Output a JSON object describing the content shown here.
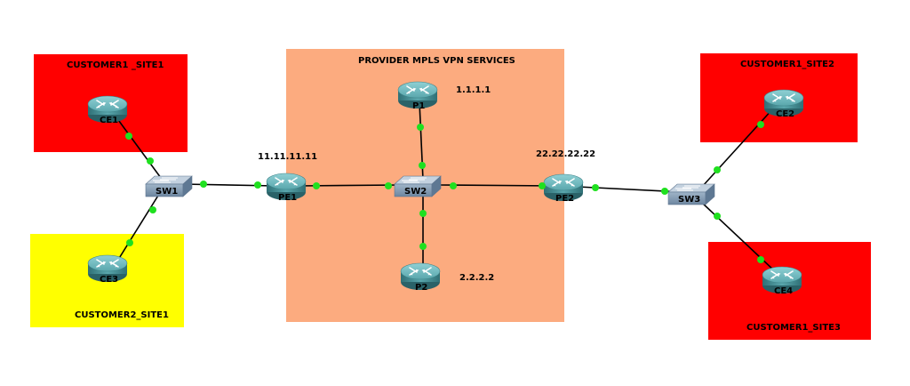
{
  "zones": {
    "customer1_site1": {
      "label": "CUSTOMER1 _SITE1",
      "color": "#ff0000"
    },
    "customer2_site1": {
      "label": "CUSTOMER2_SITE1",
      "color": "#ffff00"
    },
    "provider": {
      "label": "PROVIDER MPLS VPN SERVICES",
      "color": "#fcab7f"
    },
    "customer1_site2": {
      "label": "CUSTOMER1_SITE2",
      "color": "#ff0000"
    },
    "customer1_site3": {
      "label": "CUSTOMER1_SITE3",
      "color": "#ff0000"
    }
  },
  "devices": {
    "ce1": {
      "label": "CE1",
      "type": "router-icon"
    },
    "ce3": {
      "label": "CE3",
      "type": "router-icon"
    },
    "sw1": {
      "label": "SW1",
      "type": "switch-icon"
    },
    "pe1": {
      "label": "PE1",
      "type": "router-icon",
      "ip": "11.11.11.11"
    },
    "sw2": {
      "label": "SW2",
      "type": "switch-icon"
    },
    "p1": {
      "label": "P1",
      "type": "router-icon",
      "ip": "1.1.1.1"
    },
    "p2": {
      "label": "P2",
      "type": "router-icon",
      "ip": "2.2.2.2"
    },
    "pe2": {
      "label": "PE2",
      "type": "router-icon",
      "ip": "22.22.22.22"
    },
    "sw3": {
      "label": "SW3",
      "type": "switch-icon"
    },
    "ce2": {
      "label": "CE2",
      "type": "router-icon"
    },
    "ce4": {
      "label": "CE4",
      "type": "router-icon"
    }
  },
  "colors": {
    "port": "#1fe01f",
    "router": "#4e9aa0",
    "switch": "#8fa6bd"
  }
}
